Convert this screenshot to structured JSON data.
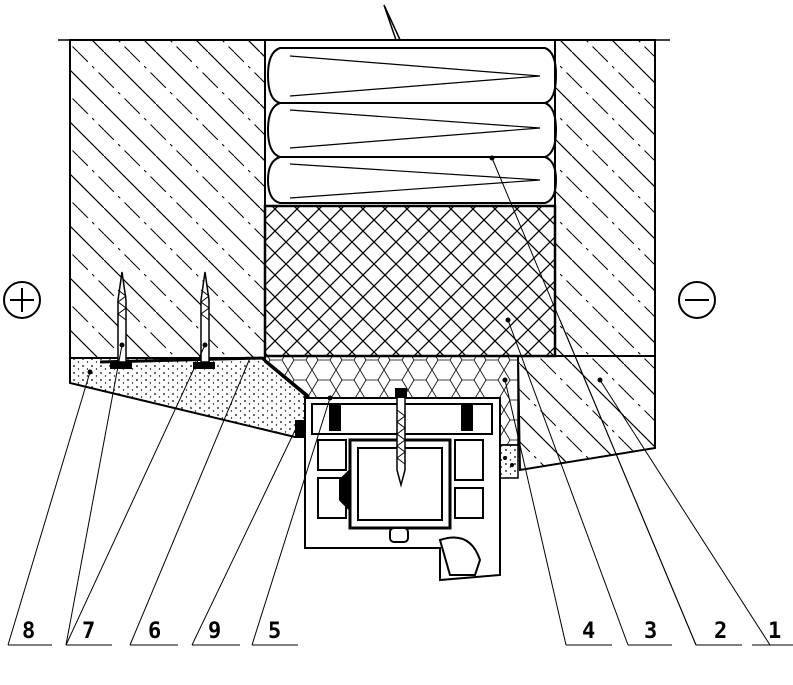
{
  "diagram": {
    "side_warm_symbol": "⊕",
    "side_cold_symbol": "⊖",
    "callouts": [
      {
        "id": "8",
        "text": "8"
      },
      {
        "id": "7",
        "text": "7"
      },
      {
        "id": "6",
        "text": "6"
      },
      {
        "id": "9",
        "text": "9"
      },
      {
        "id": "5",
        "text": "5"
      },
      {
        "id": "4",
        "text": "4"
      },
      {
        "id": "3",
        "text": "3"
      },
      {
        "id": "2",
        "text": "2"
      },
      {
        "id": "1",
        "text": "1"
      }
    ]
  }
}
